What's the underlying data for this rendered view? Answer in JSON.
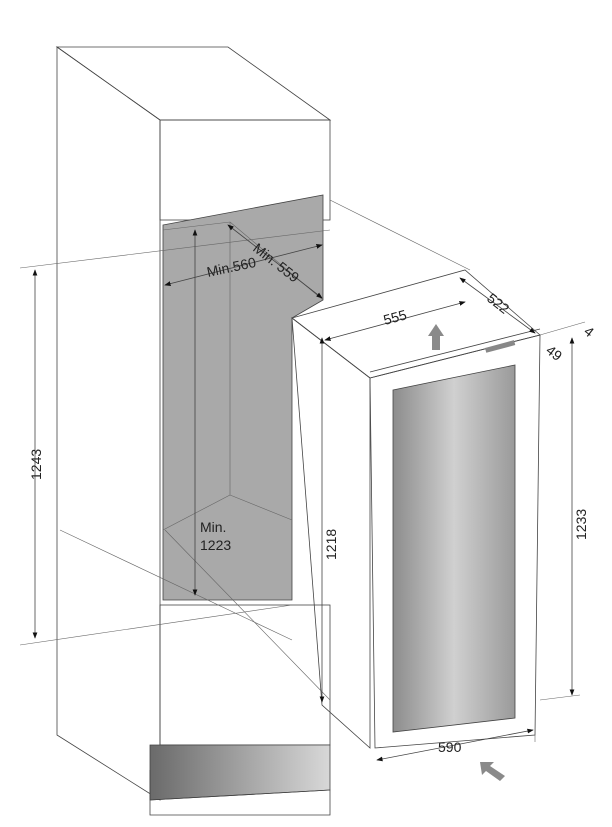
{
  "title": "Built-in installation dimensions",
  "dimensions": {
    "niche_width": "Min.560",
    "niche_depth": "Min. 559",
    "niche_height_label": "Min.",
    "niche_height_value": "1223",
    "cabinet_height": "1243",
    "appliance_width_top": "555",
    "appliance_depth": "522",
    "door_thickness": "49",
    "top_gap": "4",
    "appliance_body_height": "1218",
    "appliance_total_height": "1233",
    "door_width": "590"
  },
  "colors": {
    "niche": "#a9a9a9",
    "line": "#444444",
    "arrow": "#8a8a8a"
  }
}
